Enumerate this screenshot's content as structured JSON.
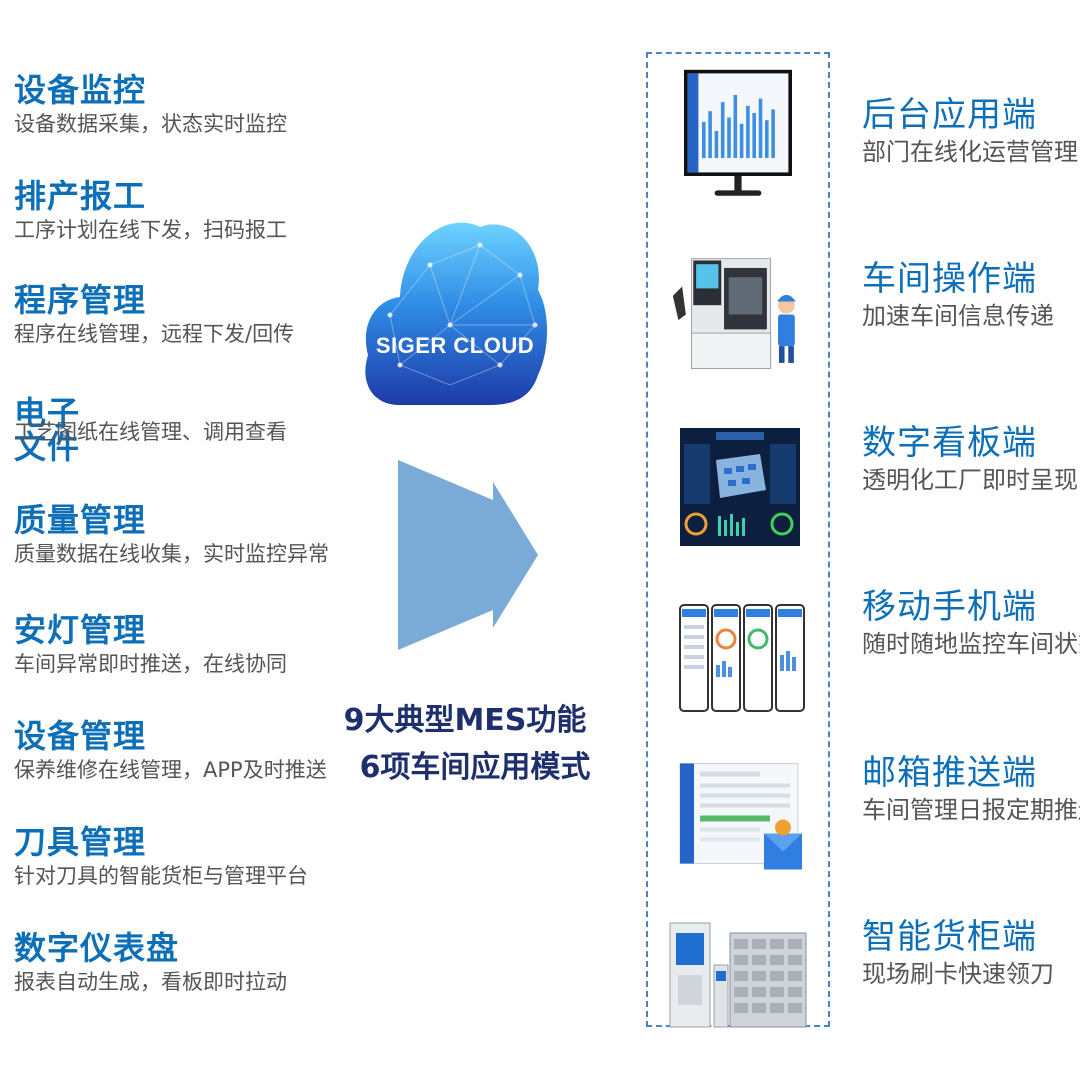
{
  "features": [
    {
      "title": "设备监控",
      "desc": "设备数据采集，状态实时监控"
    },
    {
      "title": "排产报工",
      "desc": "工序计划在线下发，扫码报工"
    },
    {
      "title": "程序管理",
      "desc": "程序在线管理，远程下发/回传"
    },
    {
      "title": "电子文件",
      "desc": "工艺图纸在线管理、调用查看"
    },
    {
      "title": "质量管理",
      "desc": "质量数据在线收集，实时监控异常"
    },
    {
      "title": "安灯管理",
      "desc": "车间异常即时推送，在线协同"
    },
    {
      "title": "设备管理",
      "desc": "保养维修在线管理，APP及时推送"
    },
    {
      "title": "刀具管理",
      "desc": "针对刀具的智能货柜与管理平台"
    },
    {
      "title": "数字仪表盘",
      "desc": "报表自动生成，看板即时拉动"
    }
  ],
  "cloud": {
    "label": "SIGER CLOUD"
  },
  "caption": {
    "line1": "9大典型MES功能",
    "line2": "6项车间应用模式"
  },
  "modes": [
    {
      "title": "后台应用端",
      "desc": "部门在线化运营管理"
    },
    {
      "title": "车间操作端",
      "desc": "加速车间信息传递"
    },
    {
      "title": "数字看板端",
      "desc": "透明化工厂即时呈现"
    },
    {
      "title": "移动手机端",
      "desc": "随时随地监控车间状态"
    },
    {
      "title": "邮箱推送端",
      "desc": "车间管理日报定期推送"
    },
    {
      "title": "智能货柜端",
      "desc": "现场刷卡快速领刀"
    }
  ],
  "colors": {
    "accent": "#0d6fb8",
    "caption": "#1e2f6e",
    "arrow": "#7aaad6",
    "frame": "#4a84c8"
  }
}
